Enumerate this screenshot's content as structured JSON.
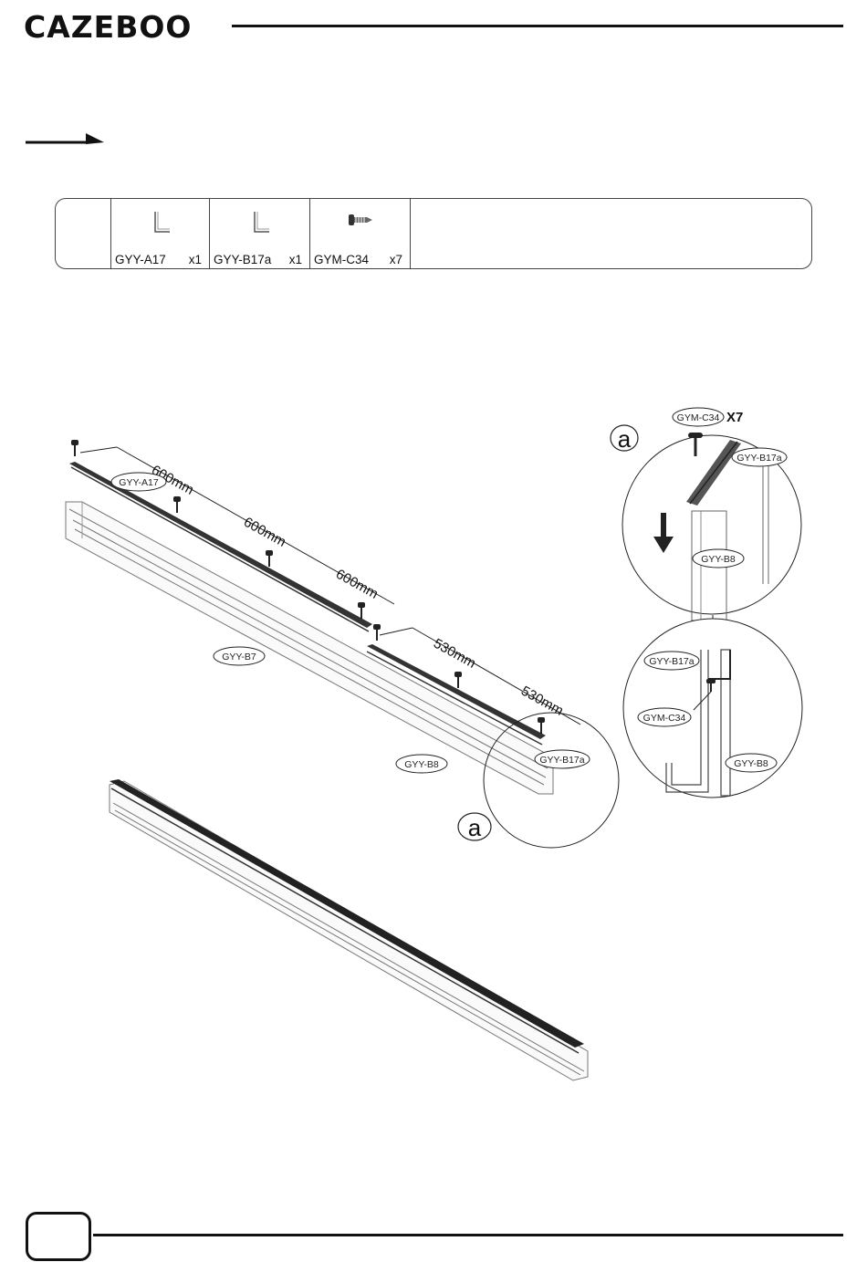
{
  "brand": {
    "logo_text": "CAZEBOO"
  },
  "page": {
    "number": ""
  },
  "parts_table": {
    "items": [
      {
        "code": "GYY-A17",
        "qty": "x1",
        "icon": "l-bracket-icon"
      },
      {
        "code": "GYY-B17a",
        "qty": "x1",
        "icon": "l-bracket-icon"
      },
      {
        "code": "GYM-C34",
        "qty": "x7",
        "icon": "screw-icon"
      }
    ]
  },
  "diagram": {
    "dimensions": [
      "600mm",
      "600mm",
      "600mm",
      "530mm",
      "530mm"
    ],
    "part_labels": {
      "a17": "GYY-A17",
      "b7": "GYY-B7",
      "b8": "GYY-B8",
      "b17a": "GYY-B17a",
      "c34": "GYM-C34",
      "c34_count": "X7"
    },
    "detail_marker": "a"
  }
}
